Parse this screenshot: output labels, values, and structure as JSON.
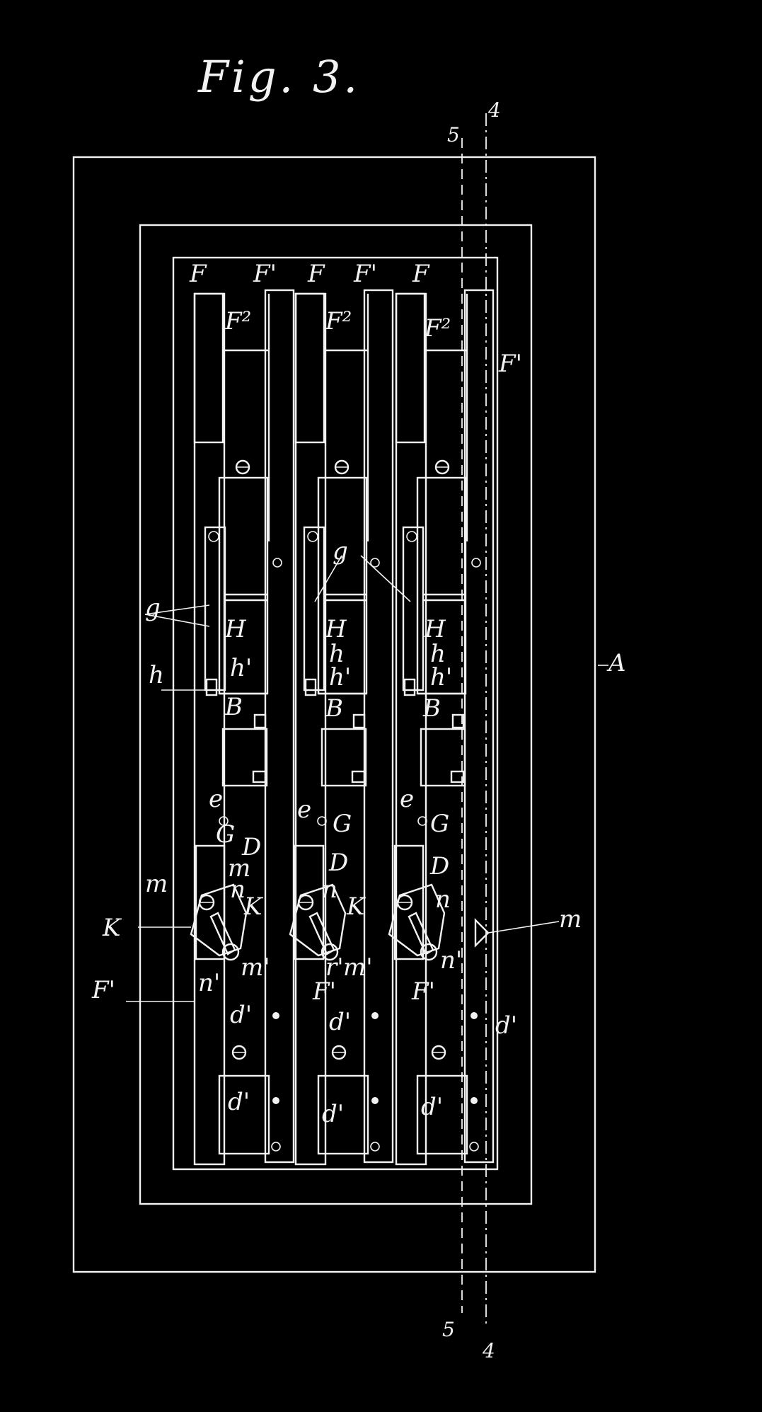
{
  "figure": {
    "title": "Fig. 3."
  },
  "section_lines": {
    "line_4": "4",
    "line_5": "5"
  },
  "labels": {
    "A": "A",
    "B": "B",
    "D": "D",
    "G": "G",
    "H": "H",
    "K": "K",
    "F": "F",
    "F_prime": "F'",
    "F_two": "F²",
    "e": "e",
    "g": "g",
    "h": "h",
    "h_prime": "h'",
    "m": "m",
    "m_prime": "m'",
    "n": "n",
    "n_prime": "n'",
    "r_prime": "r'",
    "d_prime": "d'"
  },
  "colors": {
    "background": "#000000",
    "line": "#f2f2f2"
  }
}
